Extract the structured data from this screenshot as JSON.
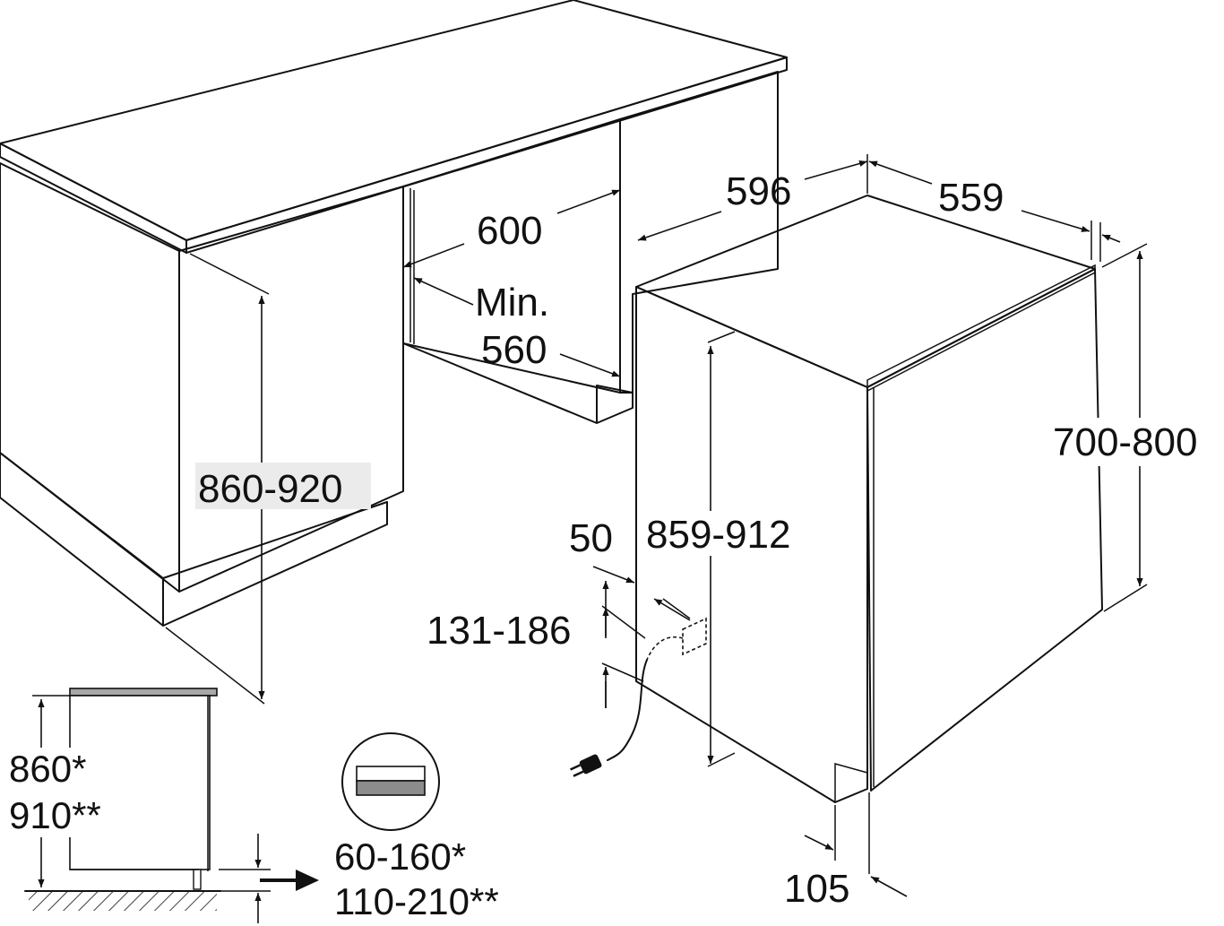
{
  "dimensions": {
    "niche_width": "600",
    "niche_depth_min_label": "Min.",
    "niche_depth_min_value": "560",
    "niche_height": "860-920",
    "appliance_width": "596",
    "appliance_depth": "559",
    "door_height": "700-800",
    "appliance_height": "859-912",
    "connection_offset": "50",
    "connection_height": "131-186",
    "door_offset": "105"
  },
  "side_view": {
    "height_line_1": "860*",
    "height_line_2": "910**",
    "plinth_line_1": "60-160*",
    "plinth_line_2": "110-210**"
  },
  "colors": {
    "worktop_top": "#a8a8a8",
    "worktop_edge": "#8c8c8c",
    "cabinet_front": "#ebebeb",
    "cabinet_side": "#ffffff",
    "door_panel": "#e6e6e6",
    "line": "#111111"
  },
  "icons": [
    "worktop-plinth-icon",
    "power-plug-icon",
    "water-connection-icon"
  ]
}
